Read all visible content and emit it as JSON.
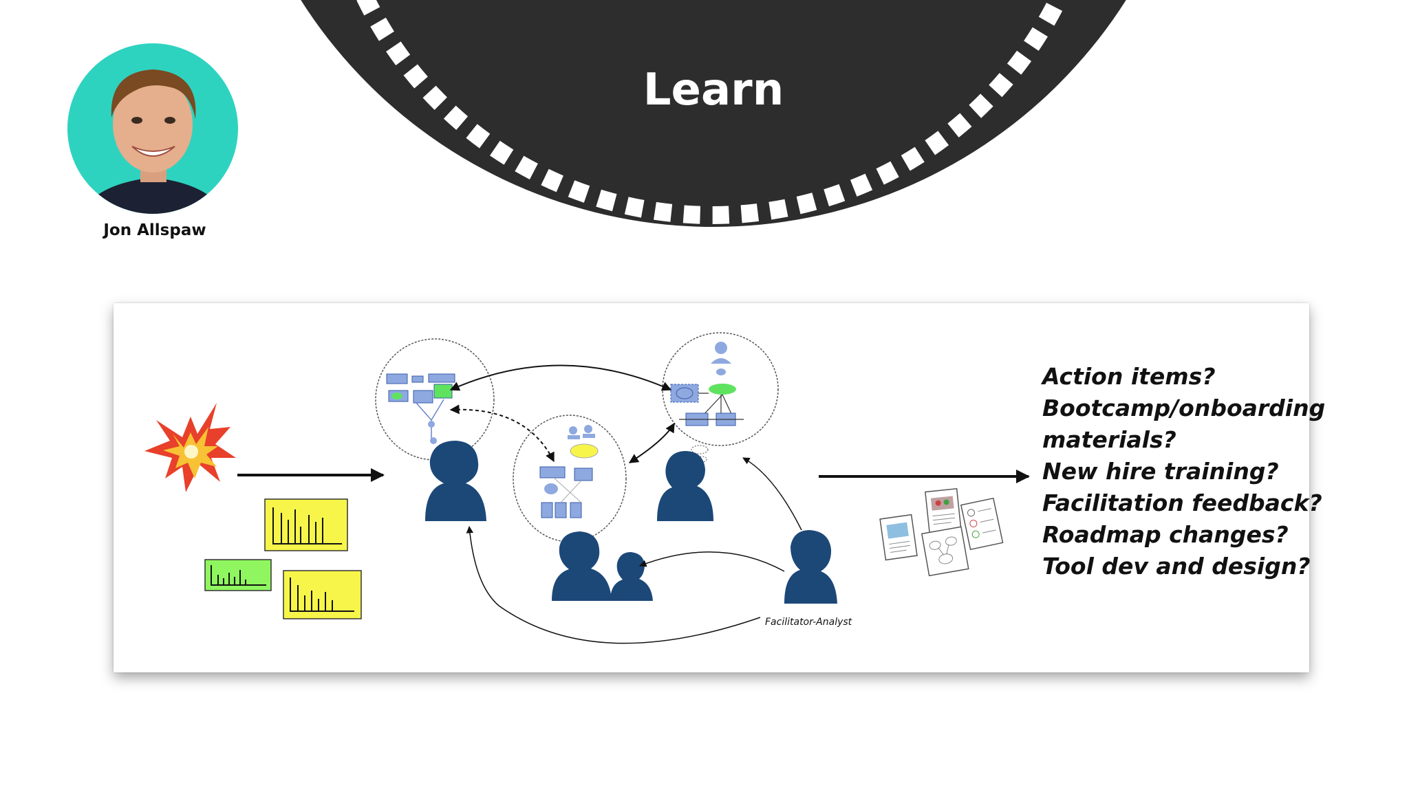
{
  "banner": {
    "title": "Learn",
    "background": "#2d2d2d",
    "dash_color": "#ffffff"
  },
  "speaker": {
    "name": "Jon Allspaw",
    "ring_color": "#2ed3c0"
  },
  "slide": {
    "facilitator_label": "Facilitator-Analyst",
    "questions": [
      "Action items?",
      "Bootcamp/onboarding",
      "materials?",
      "New hire training?",
      "Facilitation feedback?",
      "Roadmap changes?",
      "Tool dev and design?"
    ],
    "colors": {
      "figure": "#1c4878",
      "box": "#8ea8e0",
      "green": "#5fe35f",
      "yellow": "#f7f54a",
      "lime": "#8ff65f",
      "burst": "#e8402a"
    }
  }
}
